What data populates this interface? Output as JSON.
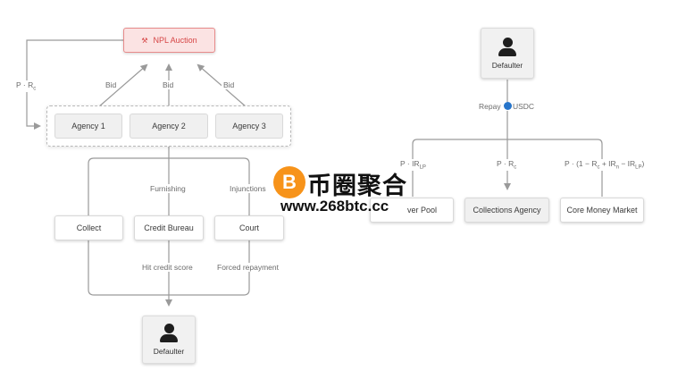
{
  "left": {
    "auction": {
      "label": "NPL Auction",
      "icon": "gavel-icon"
    },
    "edge_auction_loop": "P · R",
    "edge_auction_loop_sub": "c",
    "bids": [
      "Bid",
      "Bid",
      "Bid"
    ],
    "agencies": [
      "Agency 1",
      "Agency 2",
      "Agency 3"
    ],
    "actions": [
      "Collect",
      "Credit Bureau",
      "Court"
    ],
    "furnishing": "Furnishing",
    "injunctions": "Injunctions",
    "hit_credit_score": "Hit credit score",
    "forced_repayment": "Forced repayment",
    "defaulter": "Defaulter"
  },
  "right": {
    "defaulter": "Defaulter",
    "repay": "Repay",
    "usdc": "USDC",
    "f1_main": "P · IR",
    "f1_sub": "LP",
    "f2_main": "P · R",
    "f2_sub": "c",
    "f3_a": "P · (1 − R",
    "f3_a_sub": "c",
    "f3_b": " + IR",
    "f3_b_sub": "n",
    "f3_c": " − IR",
    "f3_c_sub": "LP",
    "f3_d": ")",
    "pool_partial": "ver Pool",
    "collections_agency": "Collections Agency",
    "core_money_market": "Core Money Market"
  },
  "watermark": {
    "coin_symbol": "B",
    "cn": "币圈聚合",
    "url": "www.268btc.cc"
  },
  "colors": {
    "line": "#9a9a9a",
    "auction_bg": "#fbe3e3",
    "auction_text": "#d64545",
    "usdc": "#2775ca",
    "coin": "#f7931a"
  }
}
